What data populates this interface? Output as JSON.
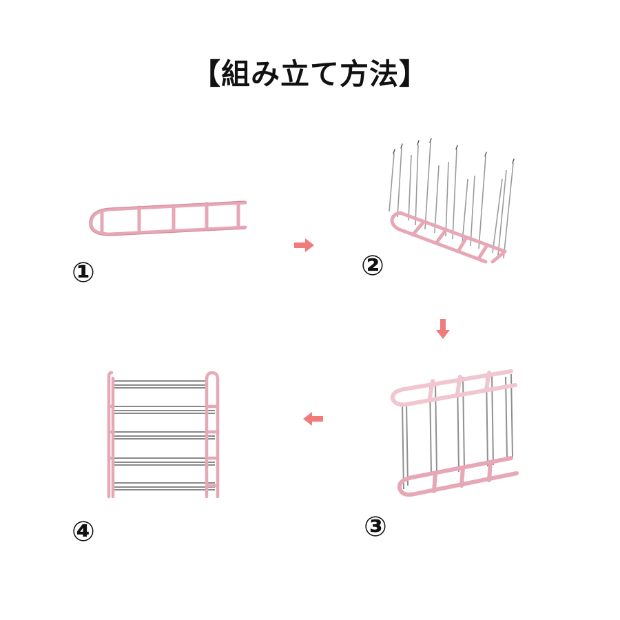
{
  "title": "【組み立て方法】",
  "steps": [
    {
      "label": "①"
    },
    {
      "label": "②"
    },
    {
      "label": "③"
    },
    {
      "label": "④"
    }
  ],
  "colors": {
    "frame_pink": "#e7a8b6",
    "frame_pink_dark": "#c9808f",
    "rod_gray": "#8f8f8f",
    "arrow": "#ef7b7b",
    "text": "#111111"
  },
  "icons": {
    "arrow_1_to_2": "arrow-right-icon",
    "arrow_2_to_3": "arrow-down-icon",
    "arrow_3_to_4": "arrow-left-icon"
  }
}
